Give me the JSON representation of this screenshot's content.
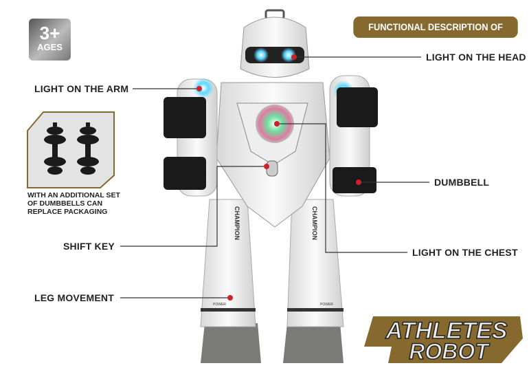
{
  "age_badge": {
    "number": "3+",
    "label": "AGES"
  },
  "header": {
    "title": "FUNCTIONAL DESCRIPTION OF ROBOT",
    "color": "#86692f"
  },
  "callouts": {
    "head": "LIGHT ON THE HEAD",
    "arm": "LIGHT ON THE ARM",
    "dumbbell": "DUMBBELL",
    "shift": "SHIFT KEY",
    "chest": "LIGHT ON THE CHEST",
    "leg": "LEG MOVEMENT"
  },
  "extra_dumbbells": {
    "caption_lines": [
      "WITH AN ADDITIONAL SET",
      "OF DUMBBELLS CAN",
      "REPLACE PACKAGING"
    ]
  },
  "robot_markings": {
    "leg_text": "CHAMPION",
    "foot_text": "POWER"
  },
  "logo": {
    "line1": "ATHLETES",
    "line2": "ROBOT"
  },
  "colors": {
    "accent_gold": "#86692f",
    "callout_dot": "#d0202a",
    "eye_glow": "#5ad8ff"
  }
}
